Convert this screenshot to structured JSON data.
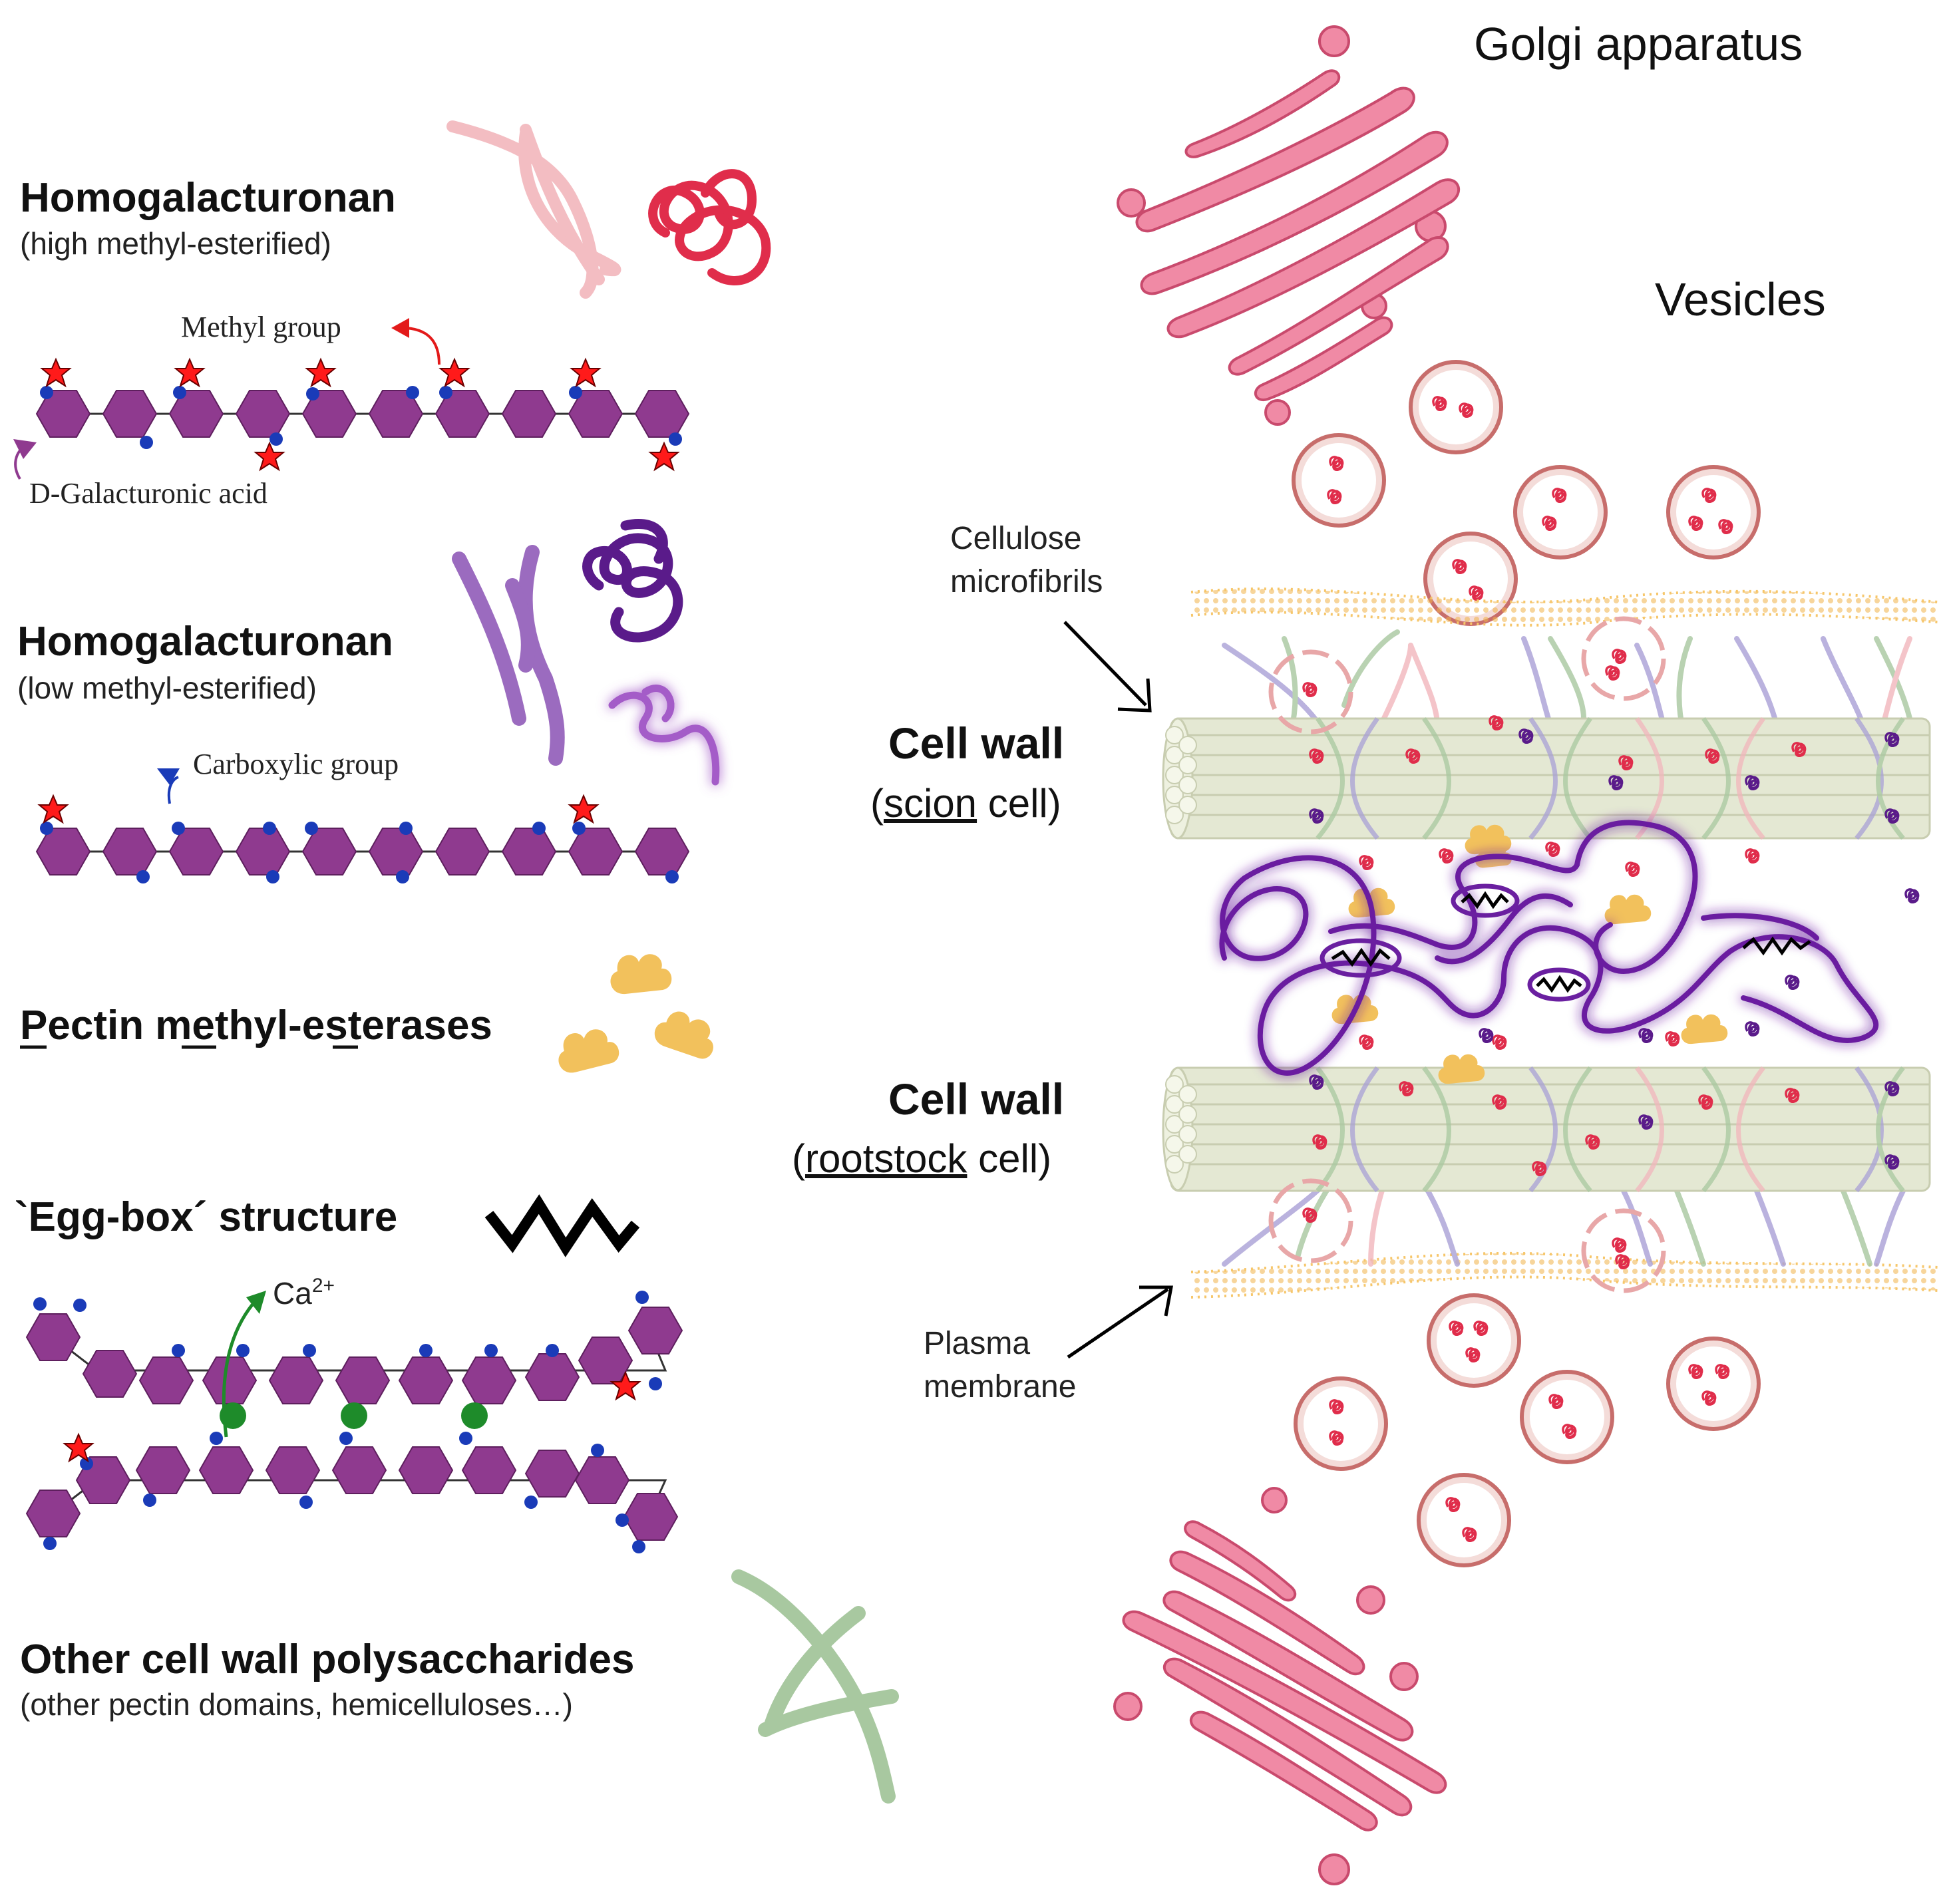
{
  "colors": {
    "pink_hg": "#f2a9b6",
    "pink_hg_light": "#f6c6cd",
    "red_coil": "#e02d4b",
    "purple_hg": "#9b6bbf",
    "purple_dark": "#5a1b8a",
    "purple_light": "#c59be0",
    "hexagon": "#8f3a8f",
    "blue_dot": "#1a3bb8",
    "red_star": "#ff1a1a",
    "pme": "#f2c15c",
    "green_poly": "#a8c8a0",
    "golgi": "#f08aa5",
    "golgi_stroke": "#c94a6d",
    "vesicle": "#f4dcd9",
    "vesicle_stroke": "#c76d6b",
    "membrane": "#f6c66a",
    "microfibril": "#e4e8d3",
    "microfibril_stroke": "#c8cdb0",
    "ca": "#1e8b2a",
    "arrow_green": "#1e8b2a"
  },
  "legend": {
    "hg_high_title": "Homogalacturonan",
    "hg_high_sub": "(high methyl-esterified)",
    "methyl_group": "Methyl group",
    "galacturonic_acid": "D-Galacturonic acid",
    "hg_low_title": "Homogalacturonan",
    "hg_low_sub": "(low methyl-esterified)",
    "carboxylic_group": "Carboxylic group",
    "pme_title": "Pectin methyl-esterases",
    "eggbox_title": "`Egg-box´ structure",
    "ca_label": "Ca",
    "ca_charge": "2+",
    "other_title": "Other cell wall polysaccharides",
    "other_sub": "(other pectin domains, hemicelluloses…)"
  },
  "diagram": {
    "golgi_label": "Golgi apparatus",
    "vesicles_label": "Vesicles",
    "cellulose_label_1": "Cellulose",
    "cellulose_label_2": "microfibrils",
    "wall_scion_title": "Cell wall",
    "wall_scion_sub_open": "(",
    "wall_scion_sub_word": "scion",
    "wall_scion_sub_close": " cell)",
    "wall_root_title": "Cell wall",
    "wall_root_sub_open": "(",
    "wall_root_sub_word": "rootstock",
    "wall_root_sub_close": " cell)",
    "plasma_label_1": "Plasma",
    "plasma_label_2": "membrane"
  }
}
